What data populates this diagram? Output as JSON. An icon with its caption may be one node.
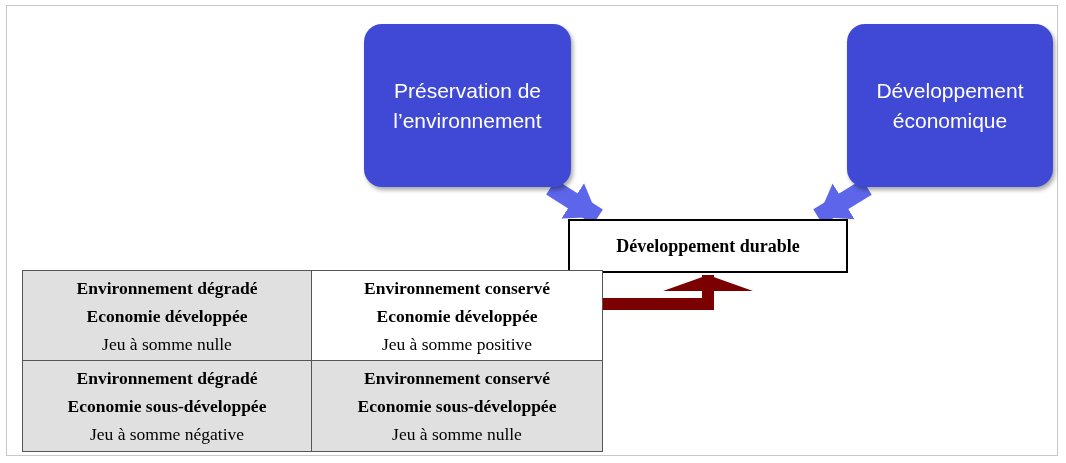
{
  "diagram": {
    "nodes": [
      {
        "text": [
          "Préservation de l’environnement"
        ]
      },
      {
        "text": [
          "Développement économique"
        ]
      },
      {
        "text": [
          "Développement durable"
        ]
      },
      {
        "text": [
          "Environnement dégradé",
          "Economie développée",
          "Jeu à somme nulle"
        ]
      },
      {
        "text": [
          "Environnement conservé",
          "Economie développée",
          "Jeu à somme positive"
        ]
      },
      {
        "text": [
          "Environnement dégradé",
          "Economie sous-développée",
          "Jeu à somme négative"
        ]
      },
      {
        "text": [
          "Environnement conservé",
          "Economie sous-développée",
          "Jeu à somme nulle"
        ]
      }
    ],
    "edges": [
      {
        "from": 0,
        "to": 2,
        "arrow": "to"
      },
      {
        "from": 1,
        "to": 2,
        "arrow": "to"
      },
      {
        "from": 4,
        "to": 2,
        "arrow": "to",
        "color": "#7b0000"
      }
    ]
  }
}
